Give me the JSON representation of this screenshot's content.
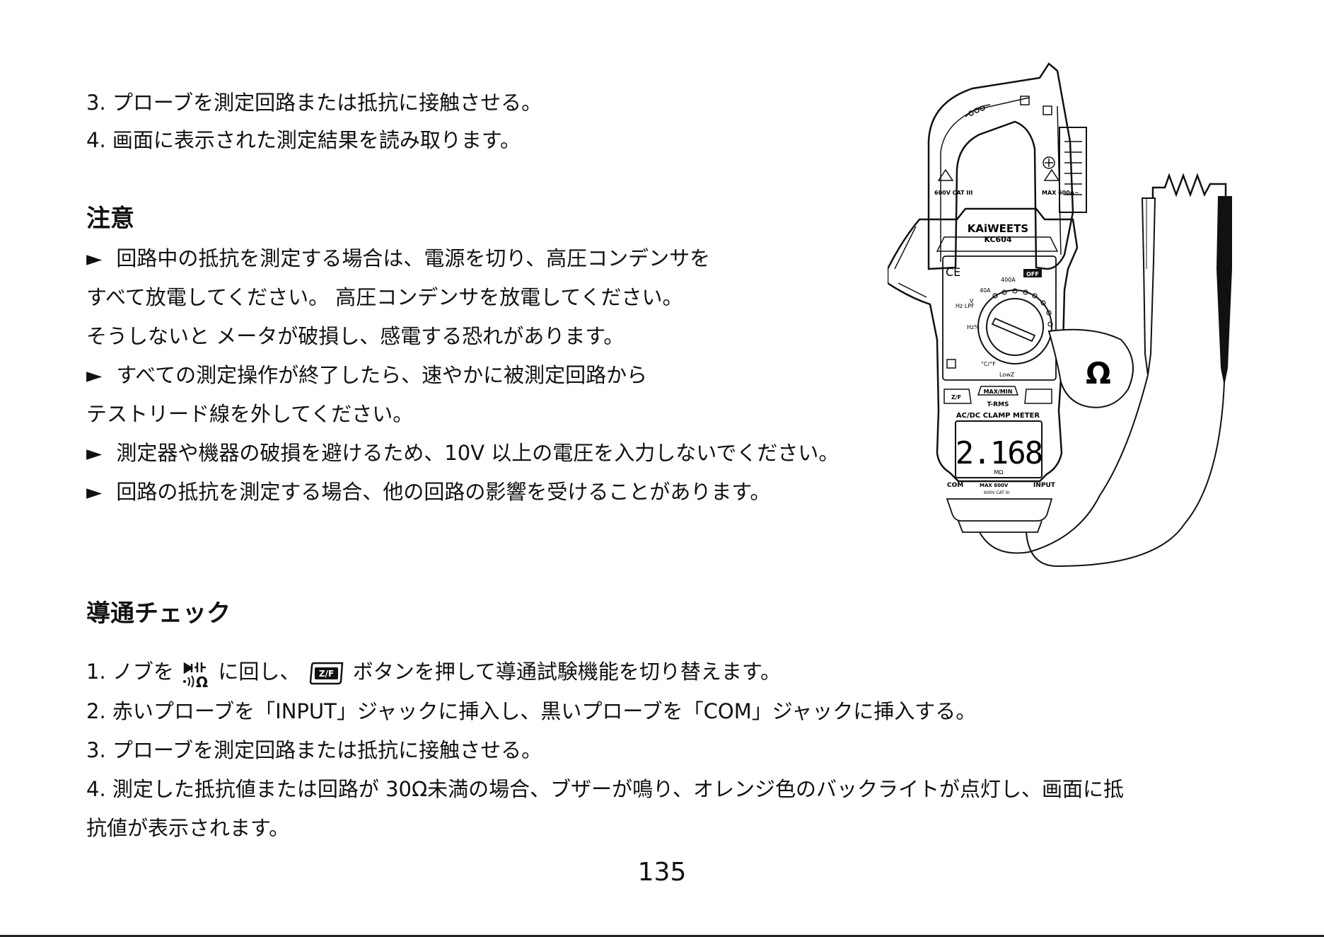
{
  "intro_steps": [
    "3.  プローブを測定回路または抵抗に接触させる。",
    "4.  画面に表示された測定結果を読み取ります。"
  ],
  "caution": {
    "title": "注意",
    "bullet": "►",
    "items": [
      {
        "first": "回路中の抵抗を測定する場合は、電源を切り、高圧コンデンサを",
        "rest": [
          "すべて放電してください。  高圧コンデンサを放電してください。",
          "そうしないと  メータが破損し、感電する恐れがあります。"
        ]
      },
      {
        "first": "すべての測定操作が終了したら、速やかに被測定回路から",
        "rest": [
          "テストリード線を外してください。"
        ]
      },
      {
        "first": "測定器や機器の破損を避けるため、10V 以上の電圧を入力しないでください。",
        "rest": []
      },
      {
        "first": "回路の抵抗を測定する場合、他の回路の影響を受けることがあります。",
        "rest": []
      }
    ]
  },
  "continuity": {
    "title": "導通チェック",
    "step1_prefix": "1.  ノブを",
    "step1_mid": "に回し、",
    "step1_suffix": "ボタンを押して導通試験機能を切り替えます。",
    "step2": "2.  赤いプローブを「INPUT」ジャックに挿入し、黒いプローブを「COM」ジャックに挿入する。",
    "step3": "3.  プローブを測定回路または抵抗に接触させる。",
    "step4_line1": "4.  測定した抵抗値または回路が 30Ω未満の場合、ブザーが鳴り、オレンジ色のバックライトが点灯し、画面に抵",
    "step4_line2": "抗値が表示されます。"
  },
  "meter": {
    "brand": "KAiWEETS",
    "model": "KC604",
    "display_value": "2.168",
    "display_unit": "MΩ",
    "type_label": "AC/DC CLAMP METER",
    "trms_label": "T-RMS",
    "maxmin_label": "MAX/MIN",
    "off_label": "OFF",
    "zf_label": "Z/F",
    "range_400a": "400A",
    "range_40a": "40A",
    "hz_lpf": "Hz LPF",
    "v_label": "V",
    "hz_pct": "Hz%",
    "temp_label": "°C/°F",
    "lowz_label": "LowZ",
    "com_label": "COM",
    "max_label": "MAX 600V",
    "input_label": "INPUT",
    "cat_label": "600V CAT III",
    "jaw_left_label": "600V CAT III",
    "jaw_right_label": "MAX 600A~",
    "callout_symbol": "Ω"
  },
  "page_number": "135"
}
